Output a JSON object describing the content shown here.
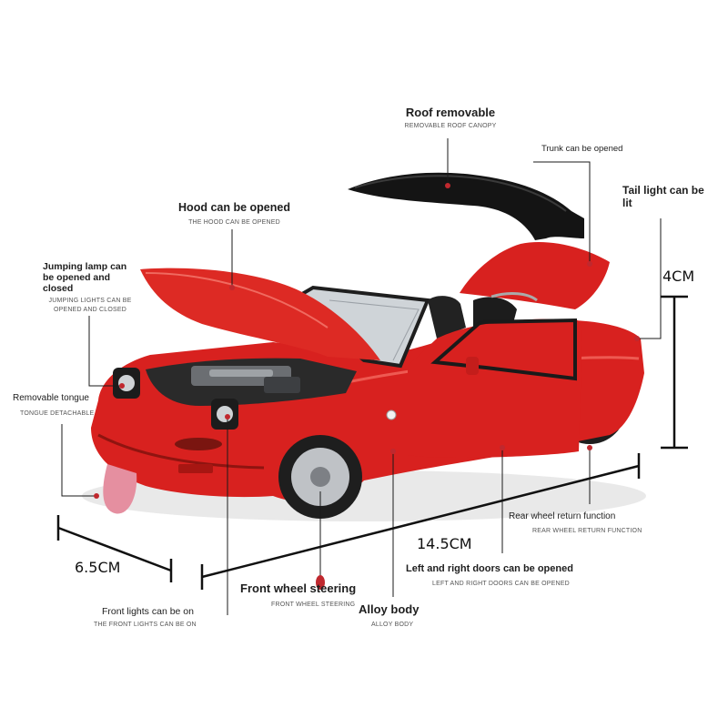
{
  "colors": {
    "car_body": "#d8211f",
    "roof": "#1a1a1a",
    "dot": "#c0282e",
    "line": "#1a1a1a"
  },
  "features": {
    "roof": {
      "title": "Roof removable",
      "subtitle": "REMOVABLE ROOF CANOPY"
    },
    "trunk": {
      "title": "Trunk can be opened",
      "subtitle": ""
    },
    "tail_light": {
      "title": "Tail light can be lit",
      "subtitle": ""
    },
    "hood": {
      "title": "Hood can be opened",
      "subtitle": "THE HOOD CAN BE OPENED"
    },
    "jumping_lamp": {
      "title": "Jumping lamp can be opened and closed",
      "subtitle": "JUMPING LIGHTS CAN BE OPENED AND CLOSED"
    },
    "tongue": {
      "title": "Removable tongue",
      "subtitle": "TONGUE DETACHABLE"
    },
    "rear_wheel": {
      "title": "Rear wheel return function",
      "subtitle": "REAR WHEEL RETURN FUNCTION"
    },
    "doors": {
      "title": "Left and right doors can be opened",
      "subtitle": "LEFT AND RIGHT DOORS  CAN BE OPENED"
    },
    "front_wheel": {
      "title": "Front wheel steering",
      "subtitle": "FRONT WHEEL STEERING"
    },
    "alloy_body": {
      "title": "Alloy body",
      "subtitle": "ALLOY BODY"
    },
    "front_lights": {
      "title": "Front lights can be on",
      "subtitle": "THE FRONT LIGHTS CAN BE ON"
    }
  },
  "dimensions": {
    "height": "4CM",
    "length": "14.5CM",
    "width": "6.5CM"
  }
}
